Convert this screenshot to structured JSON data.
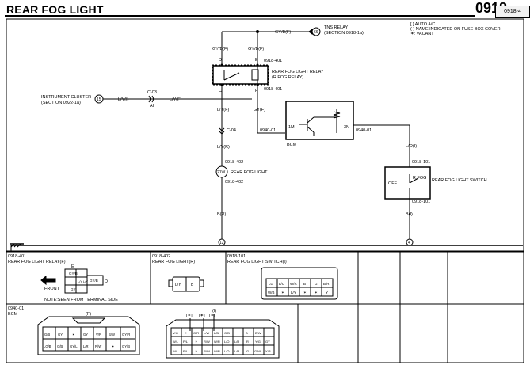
{
  "header": {
    "title": "REAR FOG LIGHT",
    "page_num": "0918",
    "page_sub": "0918-4"
  },
  "legend": {
    "line1": "[ ] AUTO A/C",
    "line2": "( ) NAME INDICATED ON FUSE BOX COVER",
    "line3": "✶: VACANT"
  },
  "relay": {
    "label1": "REAR FOG LIGHT RELAY",
    "label2": "(R.FOG RELAY)",
    "conn_top": "0918-401",
    "conn_bot": "0918-401",
    "pin_d": "D",
    "pin_e": "E",
    "pin_c": "C",
    "pin_f": "F"
  },
  "tns": {
    "wire": "GY/B(F)",
    "label1": "TNS RELAY",
    "label2": "(SECTION 0918-1a)",
    "circle": "66"
  },
  "instrument": {
    "label1": "INSTRUMENT CLUSTER",
    "label2": "(SECTION 0922-1a)",
    "circle": "15",
    "wire1": "L/Y(I)",
    "conn": "C-03",
    "conn_sub": "AI",
    "wire2": "L/Y(F)"
  },
  "wires": {
    "gyb_left": "GY/B(F)",
    "gyb_right": "GY/B(F)",
    "ly_f": "L/Y(F)",
    "gy_f": "GY(F)",
    "conn_c04": "C-04",
    "ly_r": "L/Y(R)",
    "b_r": "B(R)",
    "lo_i": "L/O(I)",
    "b_i": "B(I)"
  },
  "bcm": {
    "label": "BCM",
    "pin_1m": "1M",
    "pin_3n": "3N",
    "conn_left": "0940-01",
    "conn_right": "0940-01"
  },
  "lamp": {
    "watts": "21W",
    "label": "REAR FOG LIGHT",
    "conn_top": "0918-402",
    "conn_bot": "0918-402"
  },
  "switch": {
    "label": "REAR FOG LIGHT SWITCH",
    "off": "OFF",
    "on": "R.FOG",
    "conn_top": "0918-101",
    "conn_bot": "0918-101"
  },
  "grounds": {
    "left": "12",
    "right": "4"
  },
  "panels": {
    "relay": {
      "id": "0918-401",
      "title": "REAR FOG LIGHT RELAY(F)",
      "cells_l": [
        "GY/B",
        "L/Y L/Y",
        "GY"
      ],
      "cell_r": "GY/B",
      "pin_e": "E",
      "pin_d": "D",
      "front": "FRONT",
      "note": "NOTE:SEEN FROM TERMINAL SIDE"
    },
    "lamp": {
      "id": "0918-402",
      "title": "REAR FOG LIGHT(R)",
      "cells": [
        "L/Y",
        "B"
      ]
    },
    "switch": {
      "id": "0918-101",
      "title": "REAR FOG LIGHT SWITCH(I)",
      "row1": [
        "LG",
        "L/O",
        "W/R",
        "B",
        "G",
        "B/R"
      ],
      "row2": [
        "W/B",
        "✶",
        "L/Y",
        "✶",
        "✶",
        "Y"
      ]
    },
    "bcm": {
      "id": "0940-01",
      "title": "BCM",
      "left_conn": "(F)",
      "left_row1": [
        "G/B",
        "GY",
        "✶",
        "GY",
        "V/R",
        "B/W",
        "GY/R"
      ],
      "left_row2": [
        "LG/B",
        "G/B",
        "GY/L",
        "L/R",
        "R/W",
        "✶",
        "GY/B"
      ],
      "right_conn": "(I)",
      "right_marks": [
        "[✶]",
        "[✶]",
        "[✶]"
      ],
      "right_row1": [
        "V/G",
        "✶",
        "G/R",
        "L/W",
        "L/B",
        "G/B",
        "B",
        "B/W"
      ],
      "right_row2": [
        "W/L",
        "P/L",
        "✶",
        "R/W",
        "W/R",
        "L/O",
        "L/R",
        "R",
        "Y/G",
        "GY"
      ],
      "right_row3": [
        "W/L",
        "P/L",
        "✶",
        "R/W",
        "W/R",
        "L/O",
        "L/R",
        "G",
        "G/W",
        "Y/R"
      ]
    }
  }
}
